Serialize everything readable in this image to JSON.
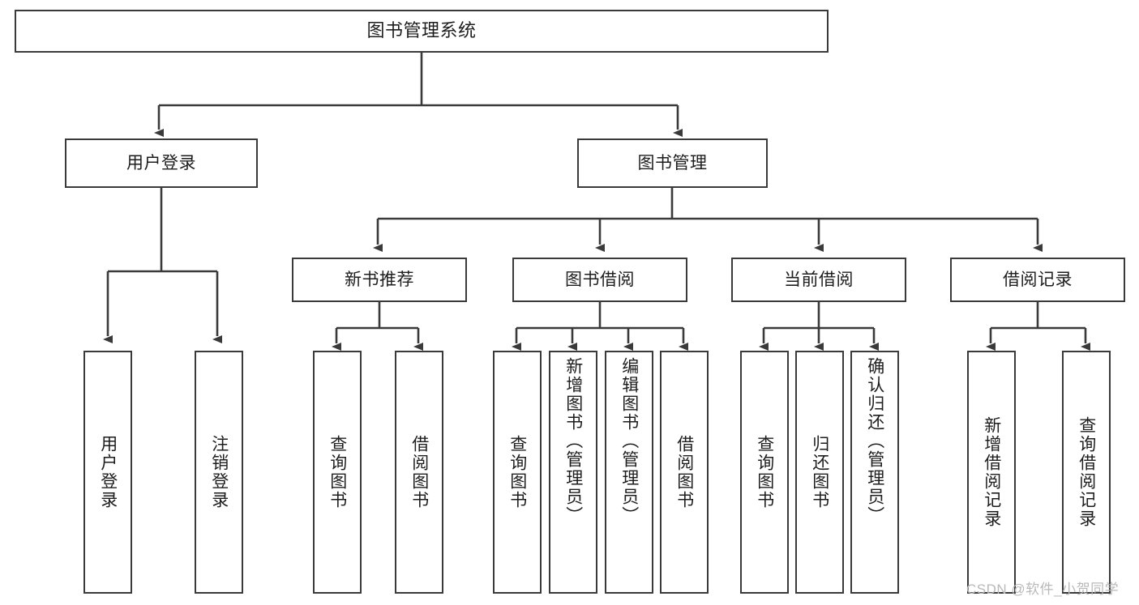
{
  "diagram": {
    "title": "图书管理系统",
    "type": "tree-hierarchy-chart",
    "colors": {
      "background": "#ffffff",
      "stroke": "#3a3a3a",
      "text": "#1d1d1d",
      "watermark": "#b9b9b9"
    },
    "root": {
      "label": "图书管理系统"
    },
    "level2": [
      {
        "label": "用户登录"
      },
      {
        "label": "图书管理"
      }
    ],
    "level3": [
      {
        "label": "新书推荐"
      },
      {
        "label": "图书借阅"
      },
      {
        "label": "当前借阅"
      },
      {
        "label": "借阅记录"
      }
    ],
    "leaves": {
      "user_login": [
        {
          "label": "用户登录"
        },
        {
          "label": "注销登录"
        }
      ],
      "new_book_recommend": [
        {
          "label": "查询图书"
        },
        {
          "label": "借阅图书"
        }
      ],
      "book_borrow": [
        {
          "label": "查询图书"
        },
        {
          "label": "新增图书（管理员）"
        },
        {
          "label": "编辑图书（管理员）"
        },
        {
          "label": "借阅图书"
        }
      ],
      "current_borrow": [
        {
          "label": "查询图书"
        },
        {
          "label": "归还图书"
        },
        {
          "label": "确认归还（管理员）"
        }
      ],
      "borrow_record": [
        {
          "label": "新增借阅记录"
        },
        {
          "label": "查询借阅记录"
        }
      ]
    },
    "watermark": "CSDN @软件_小贺同学"
  }
}
